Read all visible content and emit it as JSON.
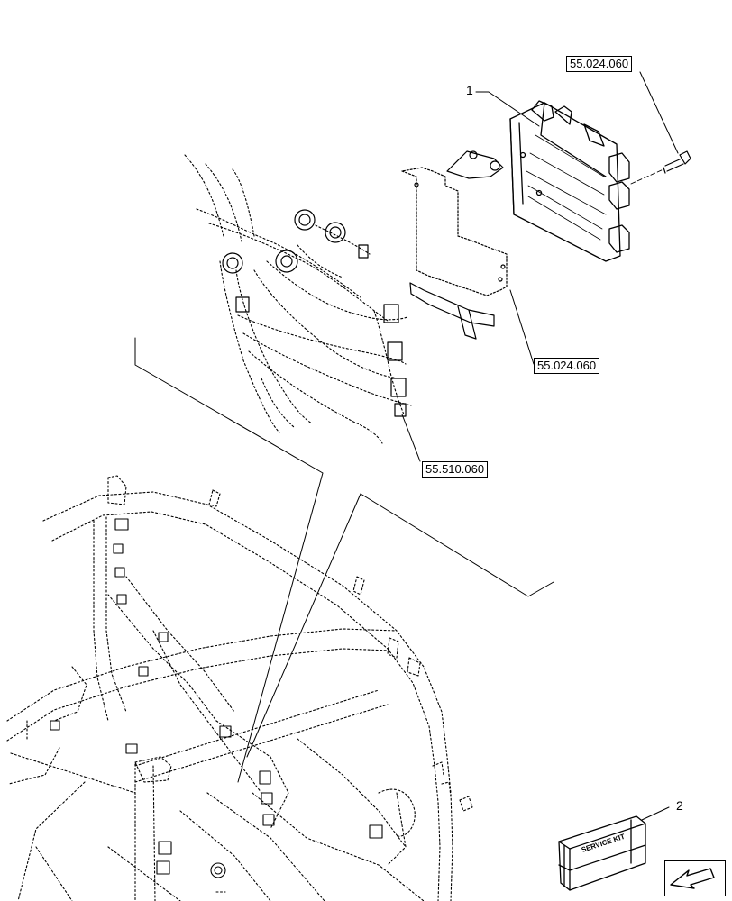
{
  "references": {
    "ref_top": "55.024.060",
    "ref_bracket": "55.024.060",
    "ref_harness": "55.510.060"
  },
  "callouts": {
    "item_1": "1",
    "item_2": "2"
  },
  "kit_label": "SERVICE KIT",
  "icons": [
    "next-page-arrow-icon"
  ]
}
